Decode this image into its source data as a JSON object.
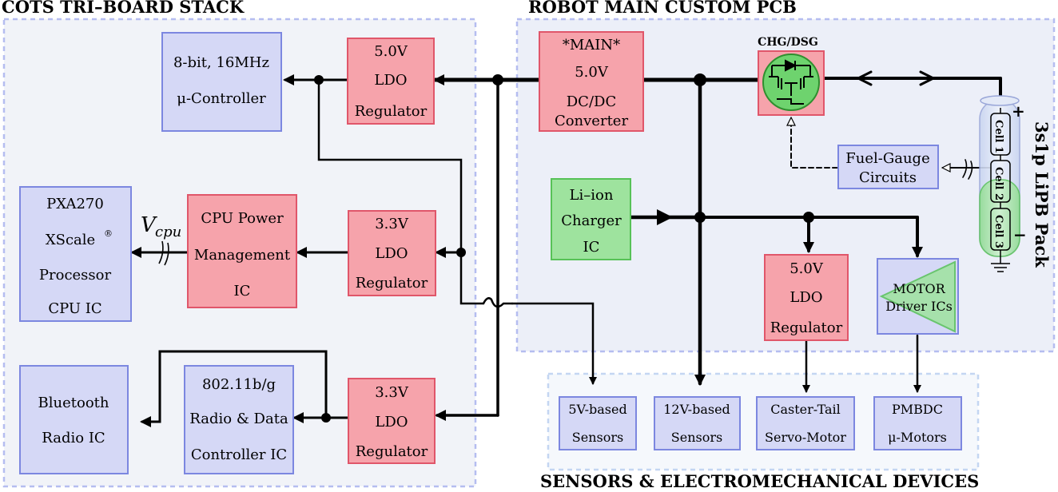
{
  "regions": {
    "left": "COTS TRI–BOARD STACK",
    "right": "ROBOT MAIN CUSTOM PCB",
    "bottom": "SENSORS & ELECTROMECHANICAL DEVICES"
  },
  "blocks": {
    "mcu": [
      "8-bit, 16MHz",
      "μ-Controller"
    ],
    "ldo5a": [
      "5.0V",
      "LDO",
      "Regulator"
    ],
    "dcdc": [
      "*MAIN*",
      "5.0V",
      "DC/DC",
      "Converter"
    ],
    "pxa": [
      "PXA270",
      "XScale",
      "Processor",
      "CPU IC"
    ],
    "pxa_sup": "®",
    "cpupm": [
      "CPU Power",
      "Management",
      "IC"
    ],
    "ldo33a": [
      "3.3V",
      "LDO",
      "Regulator"
    ],
    "bt": [
      "Bluetooth",
      "Radio IC"
    ],
    "wifi": [
      "802.11b/g",
      "Radio & Data",
      "Controller IC"
    ],
    "ldo33b": [
      "3.3V",
      "LDO",
      "Regulator"
    ],
    "charger": [
      "Li–ion",
      "Charger",
      "IC"
    ],
    "fuel": [
      "Fuel-Gauge",
      "Circuits"
    ],
    "ldo5b": [
      "5.0V",
      "LDO",
      "Regulator"
    ],
    "motor": [
      "MOTOR",
      "Driver ICs"
    ],
    "s5v": [
      "5V-based",
      "Sensors"
    ],
    "s12v": [
      "12V-based",
      "Sensors"
    ],
    "caster": [
      "Caster-Tail",
      "Servo-Motor"
    ],
    "pmbdc": [
      "PMBDC",
      "μ-Motors"
    ]
  },
  "labels": {
    "chg": "CHG/DSG",
    "vcpu_main": "V",
    "vcpu_sub": "cpu",
    "pack": "3s1p LiPB Pack",
    "cells": [
      "Cell 1",
      "Cell 2",
      "Cell 3"
    ],
    "plus": "+",
    "minus": "−"
  },
  "colors": {
    "red_fill": "#f6a3ab",
    "red_stroke": "#e0566a",
    "blue_fill": "#d5d8f6",
    "blue_stroke": "#7c87e0",
    "green_fill": "#9ee39e",
    "green_stroke": "#57c257",
    "region_fill": "#f1f3f8",
    "region_stroke": "#b5bdf0"
  }
}
